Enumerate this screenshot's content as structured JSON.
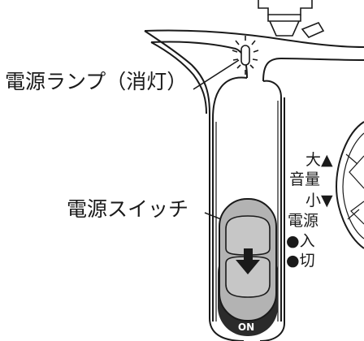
{
  "labels": {
    "power_lamp": "電源ランプ（消灯）",
    "power_switch": "電源スイッチ",
    "volume_high": "大▲",
    "volume_label": "音量",
    "volume_low": "小▼",
    "power_title": "電源",
    "power_on": "●入",
    "power_off": "●切",
    "switch_on_mark": "ON"
  },
  "colors": {
    "outline": "#1a1a1a",
    "switch_body": "#b3b3b3",
    "switch_base": "#2b2b2b",
    "background": "#ffffff"
  },
  "icons": {
    "lamp": "lamp-glow-icon",
    "arrow": "arrow-down-icon"
  }
}
